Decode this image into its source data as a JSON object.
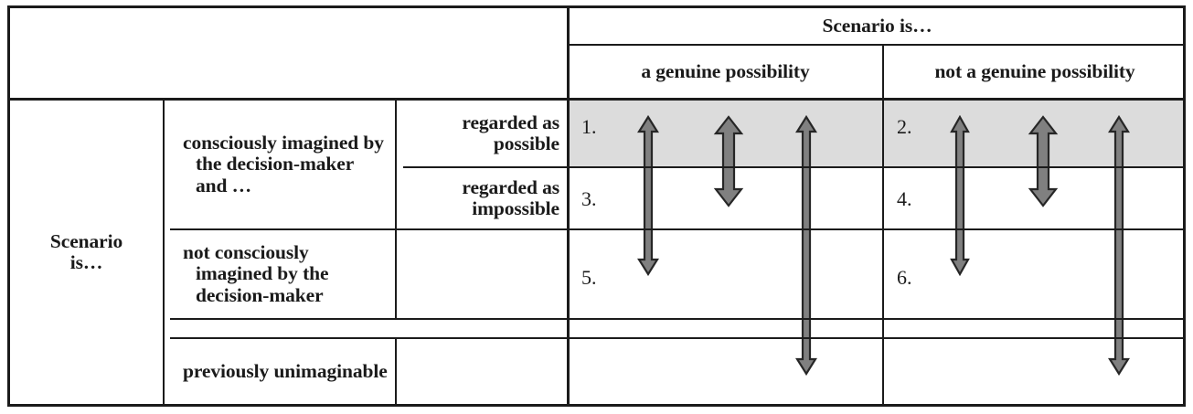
{
  "table": {
    "column_header_group": "Scenario is…",
    "column_headers": [
      "a genuine possibility",
      "not a genuine possibility"
    ],
    "row_header_group": "Scenario is…",
    "row_labels": [
      "consciously imagined by the decision-maker and …",
      "not consciously imagined by the decision-maker",
      "previously unimaginable"
    ],
    "sub_row_labels": [
      "regarded as possible",
      "regarded as impossible"
    ],
    "cell_numbers": {
      "r1c1": "1.",
      "r1c2": "2.",
      "r2c1": "3.",
      "r2c2": "4.",
      "r3c1": "5.",
      "r3c2": "6."
    },
    "shaded_row_color": "#dcdcdc",
    "arrow_fill_color": "#808080",
    "arrow_stroke_color": "#262626",
    "border_color": "#1b1b1b"
  },
  "arrows": [
    {
      "id": "left-col-short-arrow",
      "column": "a genuine possibility",
      "span": "regarded as possible → not consciously imagined by the decision-maker",
      "direction": "double"
    },
    {
      "id": "left-col-mid-arrow",
      "column": "a genuine possibility",
      "span": "regarded as possible → regarded as impossible",
      "direction": "double"
    },
    {
      "id": "left-col-long-arrow",
      "column": "a genuine possibility",
      "span": "regarded as possible → previously unimaginable",
      "direction": "double"
    },
    {
      "id": "right-col-short-arrow",
      "column": "not a genuine possibility",
      "span": "regarded as possible → not consciously imagined by the decision-maker",
      "direction": "double"
    },
    {
      "id": "right-col-mid-arrow",
      "column": "not a genuine possibility",
      "span": "regarded as possible → regarded as impossible",
      "direction": "double"
    },
    {
      "id": "right-col-long-arrow",
      "column": "not a genuine possibility",
      "span": "regarded as possible → previously unimaginable",
      "direction": "double"
    }
  ]
}
